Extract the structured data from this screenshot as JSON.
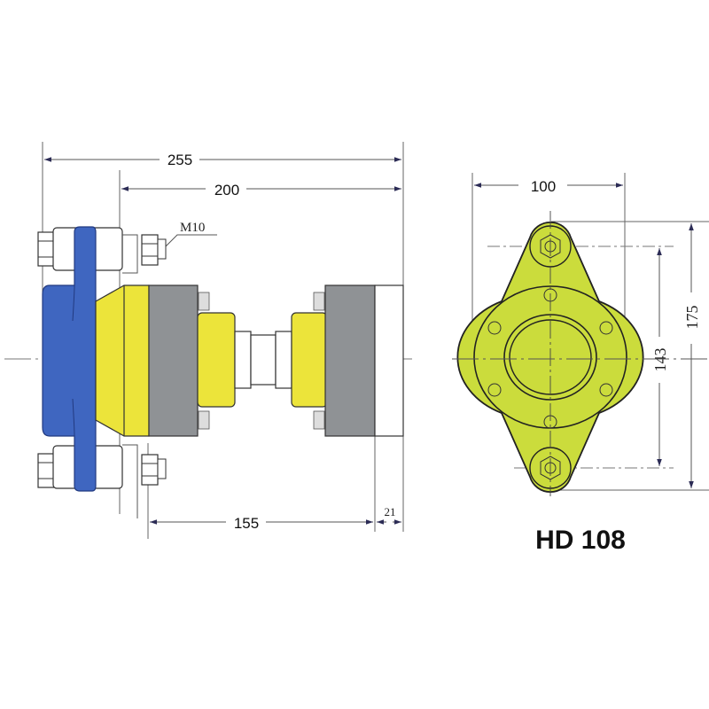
{
  "drawing": {
    "model": "HD 108",
    "colors": {
      "blue_flange": "#3f66c0",
      "yellow_part": "#ece43a",
      "gray_part": "#8f9295",
      "front_view_fill": "#cbdc3c",
      "line": "#222222",
      "dim_line": "#555555"
    },
    "side_view": {
      "dimensions": {
        "overall_length": "255",
        "body_length": "200",
        "inner_length": "155",
        "end_cap": "21"
      },
      "callouts": {
        "bolt_thread": "M10"
      }
    },
    "front_view": {
      "dimensions": {
        "width": "100",
        "bolt_spacing": "143",
        "overall_height": "175"
      }
    }
  }
}
